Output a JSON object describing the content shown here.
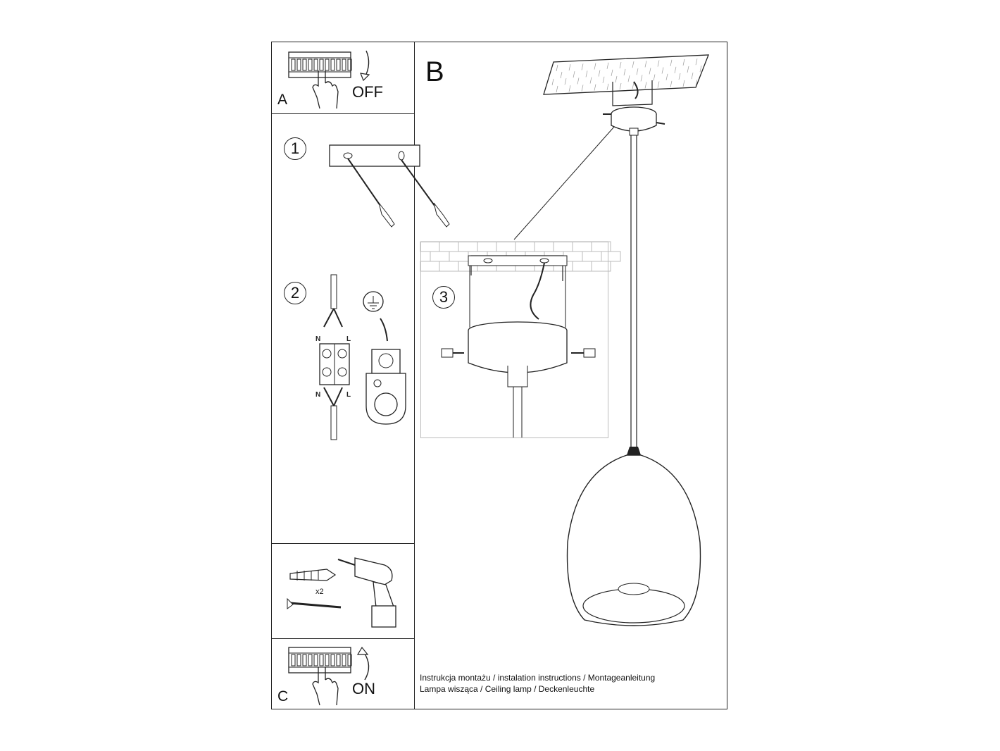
{
  "panels": {
    "a": {
      "letter": "A",
      "state": "OFF"
    },
    "b": {
      "letter": "B"
    },
    "c": {
      "letter": "C",
      "state": "ON"
    }
  },
  "steps": {
    "one": "1",
    "two": "2",
    "three": "3"
  },
  "wiring": {
    "neutral": "N",
    "live": "L"
  },
  "fixing": {
    "quantity": "x2"
  },
  "caption": {
    "line1": "Instrukcja montażu / instalation instructions / Montageanleitung",
    "line2": "Lampa wisząca / Ceiling lamp  / Deckenleuchte"
  },
  "icons": [
    "breaker-switch-icon",
    "hand-icon",
    "arrow-down-icon",
    "arrow-up-icon",
    "drill-icon",
    "wall-plug-icon",
    "screw-icon",
    "ground-symbol-icon",
    "terminal-block-icon",
    "pendant-lamp-icon",
    "ceiling-plate-icon"
  ]
}
